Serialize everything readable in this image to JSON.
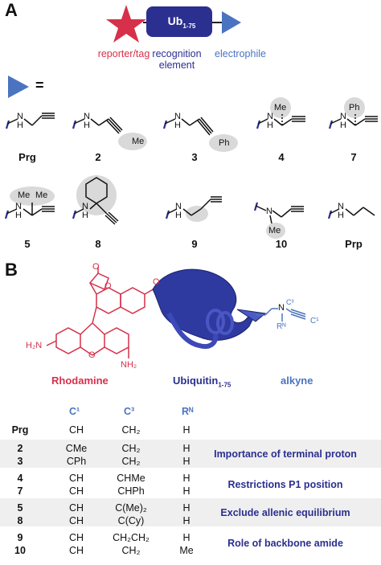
{
  "panel_a": {
    "letter": "A",
    "ub_label": "Ub",
    "ub_sub": "1-75",
    "reporter": "reporter/tag",
    "recognition": "recognition\nelement",
    "electrophile": "electrophile",
    "equals": "=",
    "compounds": [
      "Prg",
      "2",
      "3",
      "4",
      "7",
      "5",
      "8",
      "9",
      "10",
      "Prp"
    ],
    "atoms": {
      "nh": "N",
      "h": "H",
      "me": "Me",
      "ph": "Ph"
    }
  },
  "panel_b": {
    "letter": "B",
    "rhodamine": "Rhodamine",
    "ubiquitin": "Ubiquitin",
    "ubiquitin_sub": "1-75",
    "alkyne": "alkyne",
    "atoms": {
      "o": "O",
      "h2n": "H₂N",
      "nh2": "NH₂",
      "n": "N",
      "c3": "C³",
      "c1": "C¹",
      "rn": "Rᴺ"
    }
  },
  "table": {
    "headers": [
      "C¹",
      "C³",
      "Rᴺ"
    ],
    "rows": [
      {
        "id": "Prg",
        "c1": "CH",
        "c3": "CH₂",
        "rn": "H"
      },
      {
        "id": "2",
        "c1": "CMe",
        "c3": "CH₂",
        "rn": "H"
      },
      {
        "id": "3",
        "c1": "CPh",
        "c3": "CH₂",
        "rn": "H"
      },
      {
        "id": "4",
        "c1": "CH",
        "c3": "CHMe",
        "rn": "H"
      },
      {
        "id": "7",
        "c1": "CH",
        "c3": "CHPh",
        "rn": "H"
      },
      {
        "id": "5",
        "c1": "CH",
        "c3": "C(Me)₂",
        "rn": "H"
      },
      {
        "id": "8",
        "c1": "CH",
        "c3": "C(Cy)",
        "rn": "H"
      },
      {
        "id": "9",
        "c1": "CH",
        "c3": "CH₂CH₂",
        "rn": "H"
      },
      {
        "id": "10",
        "c1": "CH",
        "c3": "CH₂",
        "rn": "Me"
      }
    ],
    "notes": [
      "Importance of terminal proton",
      "Restrictions P1 position",
      "Exclude allenic equilibrium",
      "Role of backbone amide"
    ]
  },
  "colors": {
    "red": "#d6304a",
    "navy": "#2b2f8f",
    "blue": "#4a74c0",
    "band": "#efefef",
    "highlight": "#d9d9d9"
  }
}
